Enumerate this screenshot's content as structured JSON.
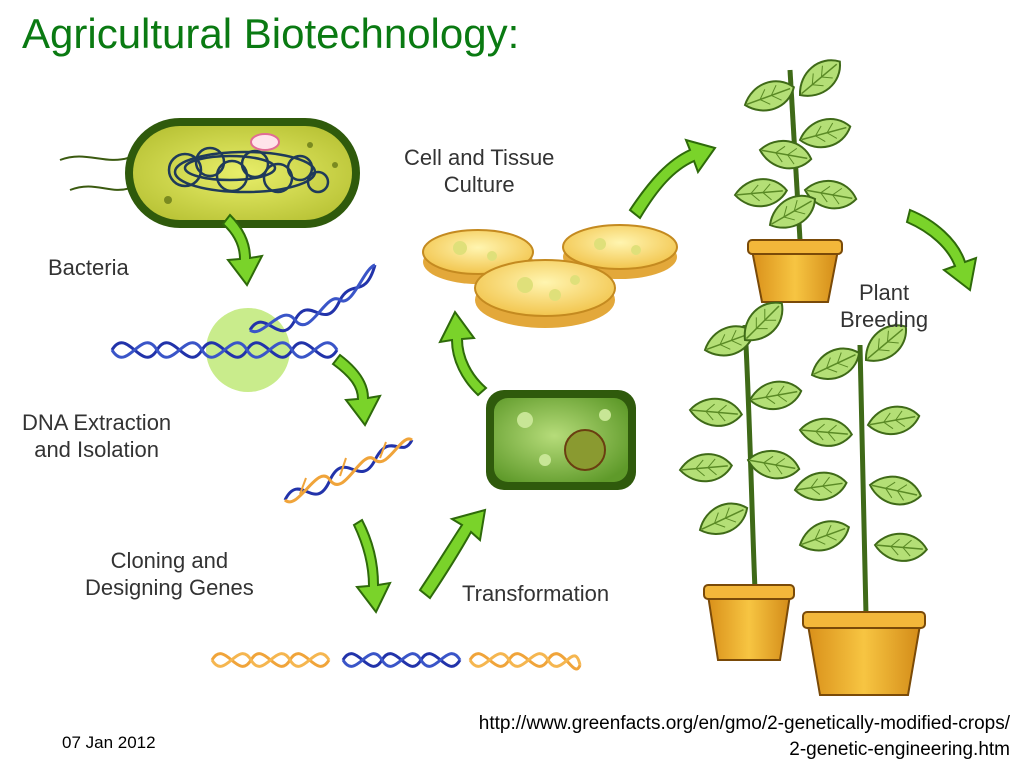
{
  "title": "Agricultural Biotechnology:",
  "labels": {
    "bacteria": "Bacteria",
    "dna_extraction": [
      "DNA Extraction",
      "and Isolation"
    ],
    "cloning": [
      "Cloning and",
      "Designing Genes"
    ],
    "transformation": "Transformation",
    "cell_culture": [
      "Cell and Tissue",
      "Culture"
    ],
    "plant_breeding": [
      "Plant",
      "Breeding"
    ]
  },
  "footer": {
    "date": "07 Jan 2012",
    "url_line1": "http://www.greenfacts.org/en/gmo/2-genetically-modified-crops/",
    "url_line2": "2-genetic-engineering.htm"
  },
  "colors": {
    "title_green": "#0a7a12",
    "arrow_green": "#7ad32a",
    "leaf_green": "#a7d66a",
    "dna_blue": "#2233aa",
    "dna_orange": "#f0a43a"
  }
}
